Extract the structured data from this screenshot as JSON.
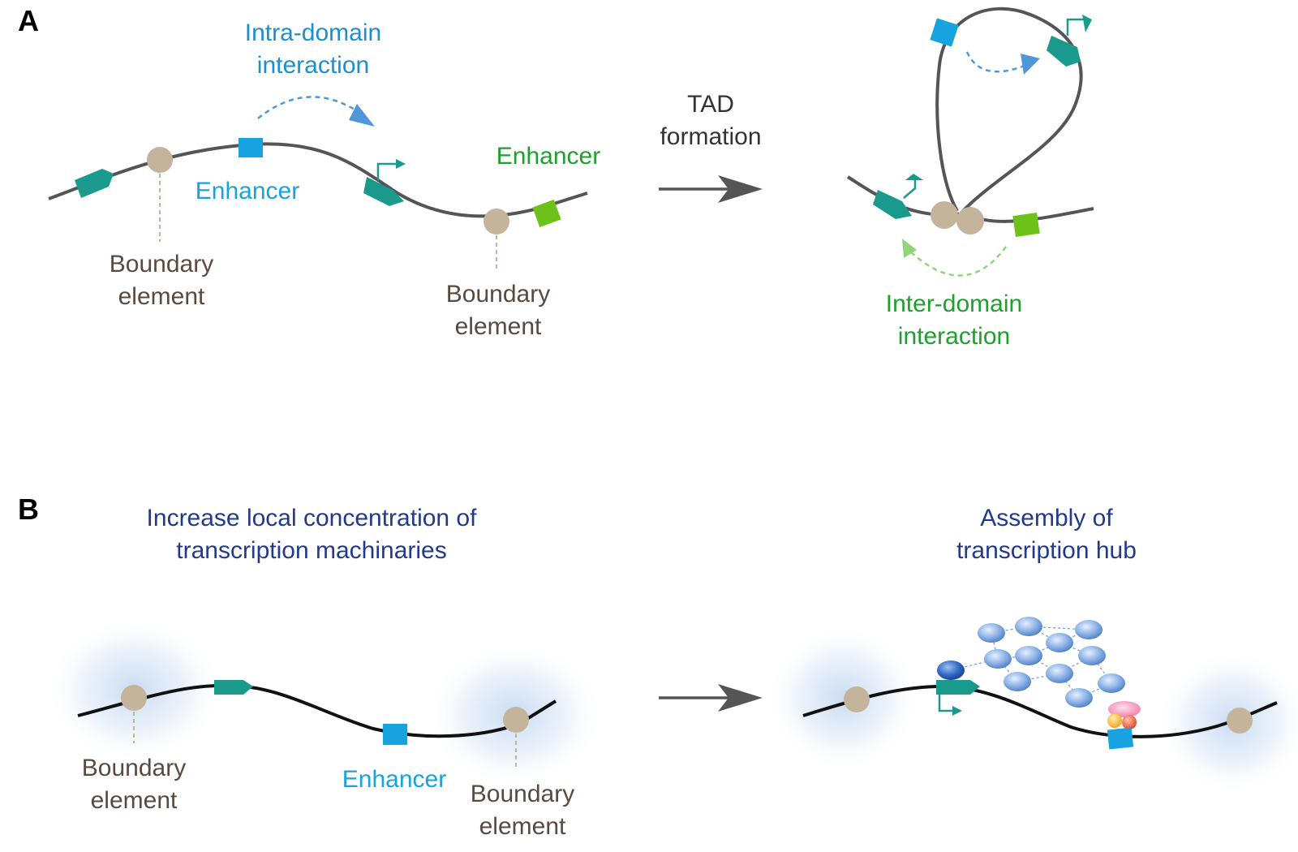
{
  "panel_a": {
    "letter": "A",
    "intra_label": [
      "Intra-domain",
      "interaction"
    ],
    "enhancer_blue_label": "Enhancer",
    "enhancer_green_label": "Enhancer",
    "boundary_left_label": [
      "Boundary",
      "element"
    ],
    "boundary_right_label": [
      "Boundary",
      "element"
    ],
    "tad_label": [
      "TAD",
      "formation"
    ],
    "inter_label": [
      "Inter-domain",
      "interaction"
    ]
  },
  "panel_b": {
    "letter": "B",
    "left_title": [
      "Increase local concentration of",
      "transcription machinaries"
    ],
    "right_title": [
      "Assembly of",
      "transcription hub"
    ],
    "boundary_left_label": [
      "Boundary",
      "element"
    ],
    "enhancer_label": "Enhancer",
    "boundary_right_label": [
      "Boundary",
      "element"
    ]
  },
  "colors": {
    "chromatin": "#555555",
    "chromatin_b": "#111111",
    "boundary": "#c4b49b",
    "promoter": "#1a9a8c",
    "enhancer_blue": "#16a3e0",
    "enhancer_green": "#6cc218",
    "label_blue": "#1c8fd0",
    "label_green": "#1ea02e",
    "label_brown": "#5a4a3e",
    "title_navy": "#233a8c",
    "arrow": "#555555",
    "glow": "#c7daf1",
    "protein": "#8db3e6"
  },
  "icons": {
    "boundary": "boundary-element-icon",
    "promoter": "gene-promoter-icon",
    "enhancer": "enhancer-icon",
    "tss": "transcription-start-arrow-icon",
    "protein": "protein-complex-icon"
  }
}
